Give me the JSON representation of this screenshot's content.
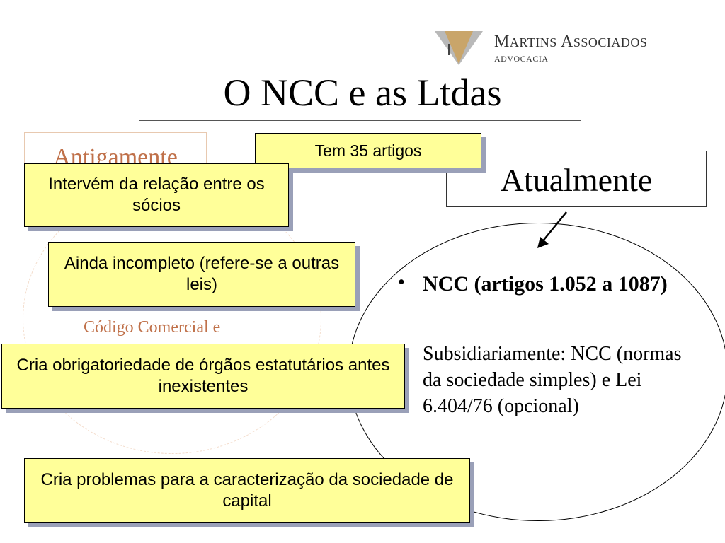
{
  "logo": {
    "name_first_initial": "M",
    "name_first_rest": "ARTINS",
    "name_second_initial": "A",
    "name_second_rest": "SSOCIADOS",
    "sub": "ADVOCACIA",
    "colors": {
      "gold": "#c9a56a",
      "gray": "#9a9a9a"
    }
  },
  "title": "O NCC e as Ltdas",
  "left": {
    "heading": "Antigamente",
    "body_fragment": "Código Comercial e"
  },
  "right": {
    "heading": "Atualmente",
    "bullet": "NCC (artigos 1.052 a 1087)",
    "sub": "Subsidiariamente: NCC (normas da sociedade simples) e Lei 6.404/76 (opcional)"
  },
  "callouts": {
    "c1": "Tem 35 artigos",
    "c2": "Intervém da relação entre os sócios",
    "c3": "Ainda incompleto (refere-se a outras leis)",
    "c4": "Cria obrigatoriedade de órgãos estatutários antes inexistentes",
    "c5": "Cria problemas para a caracterização da sociedade de capital"
  },
  "colors": {
    "callout_fill": "#ffff99",
    "callout_shadow": "#9aa0b8",
    "faded_text": "#c0714a"
  }
}
